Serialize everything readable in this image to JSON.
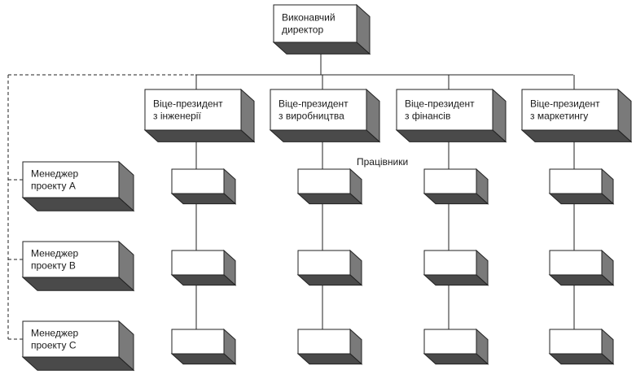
{
  "diagram": {
    "ceo": {
      "lines": [
        "Виконавчий",
        "директор"
      ]
    },
    "vice_presidents": [
      {
        "lines": [
          "Віце-президент",
          "з інженерії"
        ]
      },
      {
        "lines": [
          "Віце-президент",
          "з виробництва"
        ]
      },
      {
        "lines": [
          "Віце-президент",
          "з фінансів"
        ]
      },
      {
        "lines": [
          "Віце-президент",
          "з маркетингу"
        ]
      }
    ],
    "workers_label": "Працівники",
    "project_managers": [
      {
        "lines": [
          "Менеджер",
          "проекту A"
        ]
      },
      {
        "lines": [
          "Менеджер",
          "проекту B"
        ]
      },
      {
        "lines": [
          "Менеджер",
          "проекту C"
        ]
      }
    ],
    "worker_rows": 3,
    "worker_columns": 4
  }
}
